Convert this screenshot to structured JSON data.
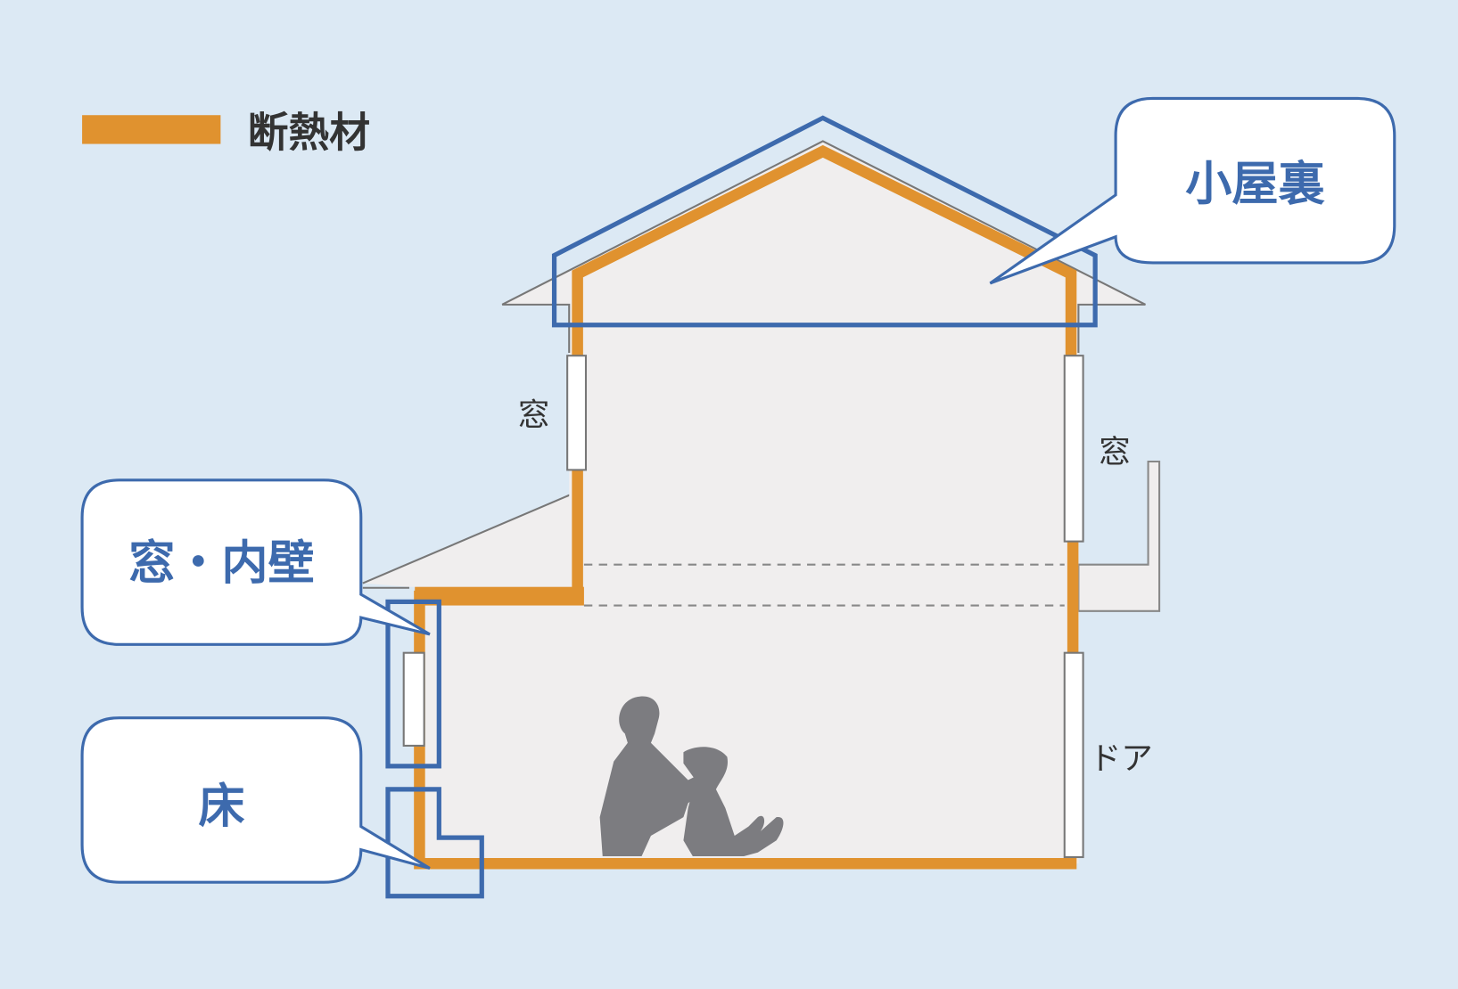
{
  "legend": {
    "label": "断熱材",
    "color": "#e0922f"
  },
  "callouts": [
    {
      "label": "小屋裏"
    },
    {
      "label": "窓・内壁"
    },
    {
      "label": "床"
    }
  ],
  "labels": {
    "window_left": "窓",
    "window_right": "窓",
    "door": "ドア"
  },
  "colors": {
    "background": "#dce9f4",
    "highlight": "#3d6aad",
    "interior": "#f0eeee",
    "silhouette": "#7c7c80"
  }
}
